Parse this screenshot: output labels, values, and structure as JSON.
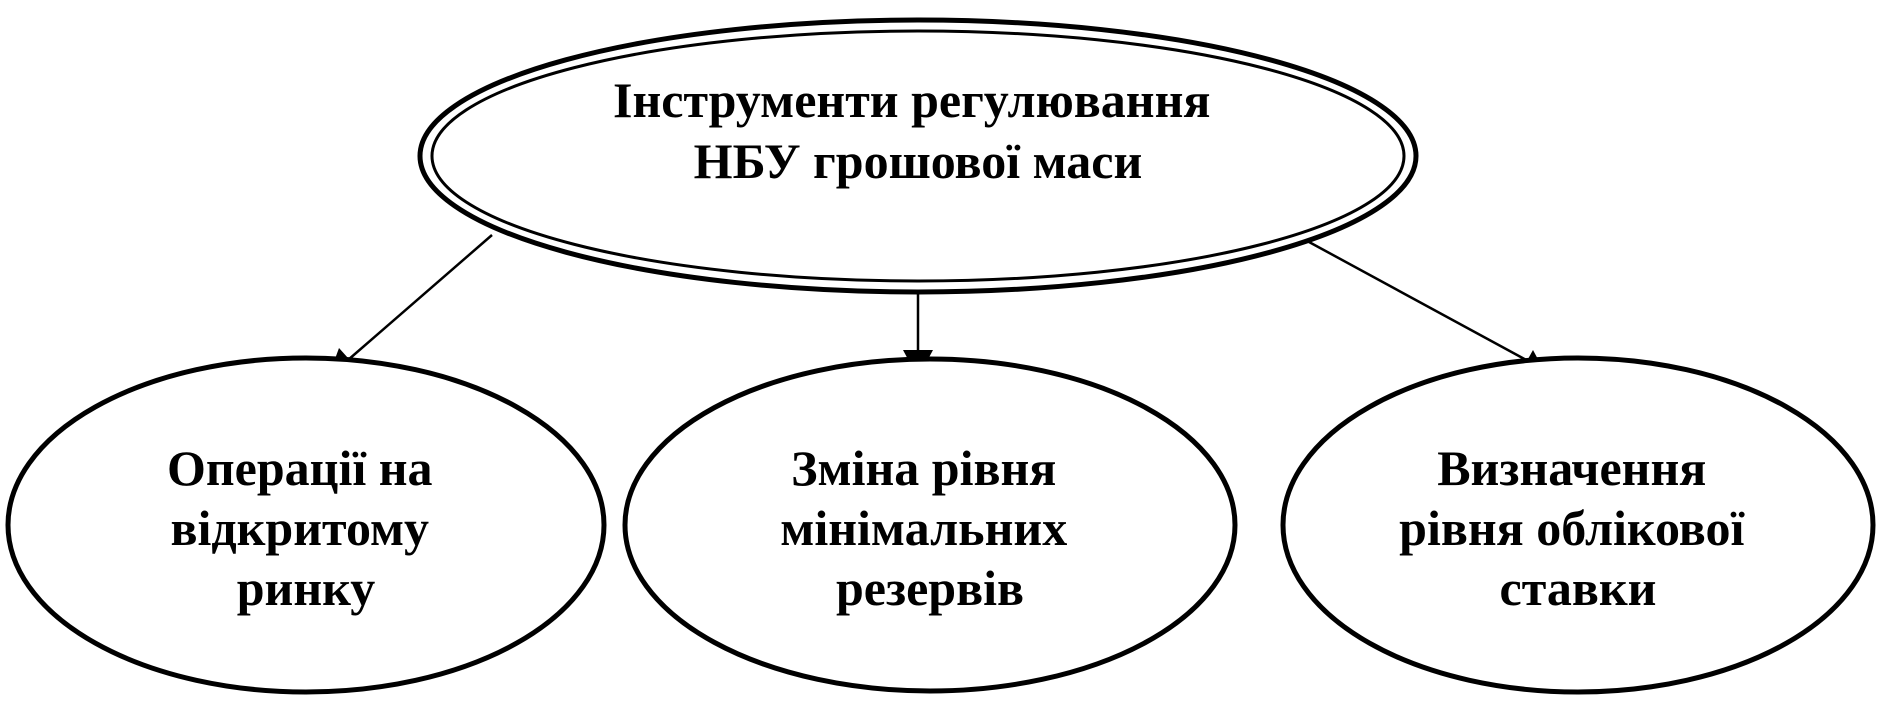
{
  "diagram": {
    "root": {
      "lines": [
        "Інструменти регулювання",
        "НБУ грошової маси"
      ]
    },
    "children": [
      {
        "id": "open-market",
        "lines": [
          "Операції на",
          "відкритому",
          "ринку"
        ]
      },
      {
        "id": "min-reserves",
        "lines": [
          "Зміна рівня",
          "мінімальних",
          "резервів"
        ]
      },
      {
        "id": "discount-rate",
        "lines": [
          "Визначення",
          "рівня облікової",
          "ставки"
        ]
      }
    ],
    "edges": [
      {
        "from": "root",
        "to": "open-market"
      },
      {
        "from": "root",
        "to": "min-reserves"
      },
      {
        "from": "root",
        "to": "discount-rate"
      }
    ],
    "colors": {
      "stroke": "#000000",
      "background": "#ffffff"
    }
  }
}
